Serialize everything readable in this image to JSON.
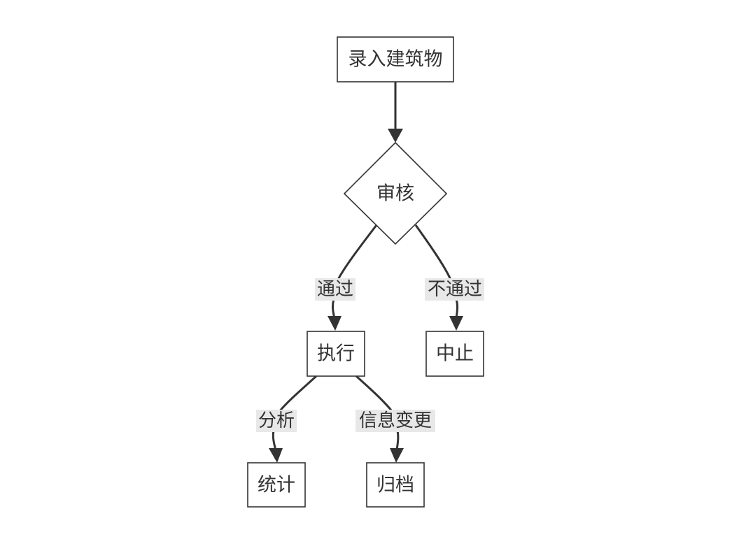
{
  "nodes": {
    "entry": "录入建筑物",
    "review": "审核",
    "execute": "执行",
    "stop": "中止",
    "statistics": "统计",
    "archive": "归档"
  },
  "edges": {
    "pass": "通过",
    "fail": "不通过",
    "analysis": "分析",
    "info_change": "信息变更"
  },
  "colors": {
    "stroke": "#333333",
    "label_background": "#e8e8e8",
    "background": "#ffffff"
  }
}
